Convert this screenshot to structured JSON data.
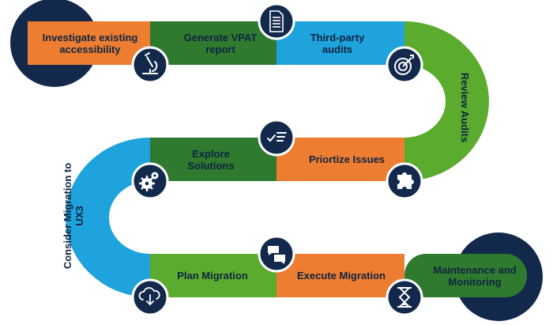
{
  "colors": {
    "navy": "#13294b",
    "orange": "#ed7d31",
    "green_dark": "#2f7a2f",
    "green_light": "#5aab2e",
    "blue": "#1ea3dc",
    "icon_bg": "#13294b",
    "icon_ring": "#ffffff"
  },
  "steps": [
    {
      "label": "Investigate existing accessibility",
      "color": "orange"
    },
    {
      "label": "Generate VPAT report",
      "color": "green_dark"
    },
    {
      "label": "Third-party audits",
      "color": "blue"
    },
    {
      "label": "Review Audits",
      "color": "green_light"
    },
    {
      "label": "Priortize Issues",
      "color": "orange"
    },
    {
      "label": "Explore Solutions",
      "color": "green_dark"
    },
    {
      "label": "Consider Migration to UX3",
      "color": "blue"
    },
    {
      "label": "Plan Migration",
      "color": "green_light"
    },
    {
      "label": "Execute Migration",
      "color": "orange"
    },
    {
      "label": "Maintenance and Monitoring",
      "color": "green_dark"
    }
  ],
  "icons": [
    {
      "name": "microscope-icon"
    },
    {
      "name": "document-icon"
    },
    {
      "name": "target-icon"
    },
    {
      "name": "checklist-icon"
    },
    {
      "name": "puzzle-icon"
    },
    {
      "name": "gears-icon"
    },
    {
      "name": "chat-bubbles-icon"
    },
    {
      "name": "cloud-download-icon"
    },
    {
      "name": "hourglass-icon"
    }
  ]
}
